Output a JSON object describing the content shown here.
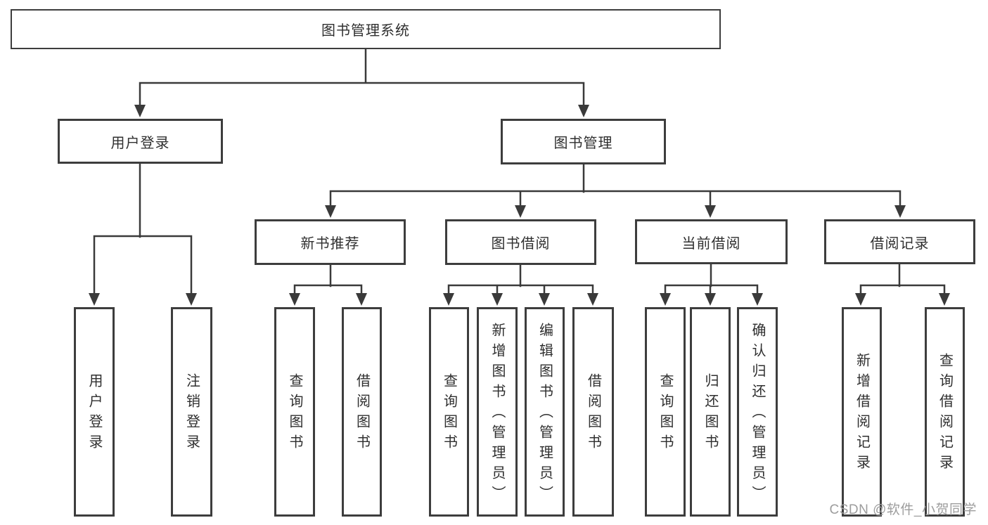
{
  "colors": {
    "line": "#3a3a3a",
    "box_border": "#3d3d3d",
    "text": "#2f2f2f",
    "watermark": "#9d9d9d",
    "background": "#ffffff"
  },
  "tree": {
    "label": "图书管理系统",
    "children": [
      {
        "label": "用户登录",
        "children": [
          {
            "label": "用户登录"
          },
          {
            "label": "注销登录"
          }
        ]
      },
      {
        "label": "图书管理",
        "children": [
          {
            "label": "新书推荐",
            "children": [
              {
                "label": "查询图书"
              },
              {
                "label": "借阅图书"
              }
            ]
          },
          {
            "label": "图书借阅",
            "children": [
              {
                "label": "查询图书"
              },
              {
                "label": "新增图书（管理员）"
              },
              {
                "label": "编辑图书（管理员）"
              },
              {
                "label": "借阅图书"
              }
            ]
          },
          {
            "label": "当前借阅",
            "children": [
              {
                "label": "查询图书"
              },
              {
                "label": "归还图书"
              },
              {
                "label": "确认归还（管理员）"
              }
            ]
          },
          {
            "label": "借阅记录",
            "children": [
              {
                "label": "新增借阅记录"
              },
              {
                "label": "查询借阅记录"
              }
            ]
          }
        ]
      }
    ]
  },
  "watermark": {
    "text": "CSDN @软件_小贺同学"
  }
}
